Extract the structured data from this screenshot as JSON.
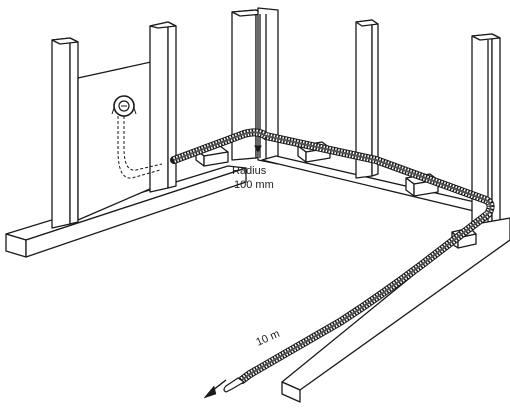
{
  "diagram": {
    "labels": {
      "radius_line1": "Radius",
      "radius_line2": "100 mm",
      "length": "10 m"
    },
    "colors": {
      "line": "#1a1a1a",
      "background": "#ffffff"
    }
  }
}
